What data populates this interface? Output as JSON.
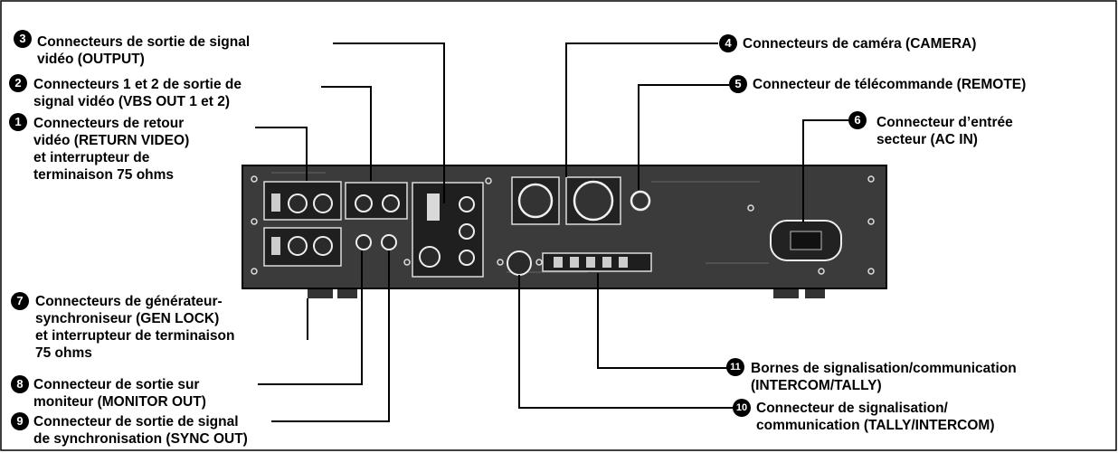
{
  "callouts": [
    {
      "num": "3",
      "lines": [
        "Connecteurs de sortie de signal",
        "vidéo (OUTPUT)"
      ]
    },
    {
      "num": "2",
      "lines": [
        "Connecteurs 1 et 2 de sortie de",
        "signal vidéo (VBS OUT 1 et 2)"
      ]
    },
    {
      "num": "1",
      "lines": [
        "Connecteurs de retour",
        "vidéo (RETURN VIDEO)",
        "et interrupteur de",
        "terminaison 75 ohms"
      ]
    },
    {
      "num": "4",
      "lines": [
        "Connecteurs de caméra (CAMERA)"
      ]
    },
    {
      "num": "5",
      "lines": [
        "Connecteur de télécommande (REMOTE)"
      ]
    },
    {
      "num": "6",
      "lines": [
        "Connecteur d’entrée",
        "secteur (AC IN)"
      ]
    },
    {
      "num": "7",
      "lines": [
        "Connecteurs de générateur-",
        "synchroniseur (GEN LOCK)",
        "et interrupteur de terminaison",
        "75 ohms"
      ]
    },
    {
      "num": "8",
      "lines": [
        "Connecteur de sortie sur",
        "moniteur (MONITOR OUT)"
      ]
    },
    {
      "num": "9",
      "lines": [
        "Connecteur de sortie de signal",
        "de synchronisation (SYNC OUT)"
      ]
    },
    {
      "num": "11",
      "lines": [
        "Bornes de signalisation/communication",
        "(INTERCOM/TALLY)"
      ]
    },
    {
      "num": "10",
      "lines": [
        "Connecteur de signalisation/",
        "communication (TALLY/INTERCOM)"
      ]
    }
  ]
}
